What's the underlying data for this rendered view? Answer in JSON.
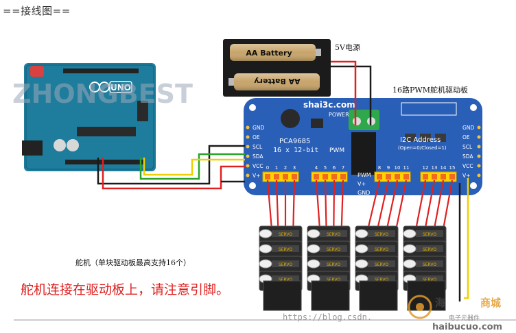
{
  "page": {
    "heading": "==接线图=="
  },
  "battery": {
    "label_top": "AA Battery",
    "label_bottom": "AA Battery",
    "power_label": "5V电源"
  },
  "arduino": {
    "logo": "UNO",
    "watermark": "ZHONGBEST"
  },
  "driver": {
    "title": "16路PWM舵机驱动板",
    "site": "shai3c.com",
    "chip": "PCA9685",
    "spec": "16 x 12-bit",
    "pwm": "PWM",
    "power": "POWER",
    "i2c_title": "I2C Address",
    "i2c_sub": "(Open=0/Closed=1)",
    "left_pins": [
      "GND",
      "OE",
      "SCL",
      "SDA",
      "VCC",
      "V+"
    ],
    "right_pins": [
      "GND",
      "OE",
      "SCL",
      "SDA",
      "VCC",
      "V+"
    ],
    "row_labels": [
      "PWM",
      "V+",
      "GND"
    ],
    "channels": [
      "0",
      "1",
      "2",
      "3",
      "4",
      "5",
      "6",
      "7",
      "8",
      "9",
      "10",
      "11",
      "12",
      "13",
      "14",
      "15"
    ]
  },
  "servos": {
    "label": "SERVO",
    "caption": "舵机（单块驱动板最高支持16个）",
    "warning": "舵机连接在驱动板上，请注意引脚。"
  },
  "watermark": {
    "url": "https://blog.csdn.",
    "brand_cn": "海",
    "brand_suffix": "商城",
    "brand_url": "haibucuo.com",
    "brand_tag": "电子元器件"
  },
  "colors": {
    "pcb_blue": "#2a5fb8",
    "arduino_teal": "#1e7c9c",
    "wire_red": "#e02020",
    "wire_black": "#1a1a1a",
    "wire_green": "#2aa52a",
    "wire_yellow": "#f0d000",
    "header_yellow": "#ffd400",
    "warning_red": "#e02020"
  }
}
